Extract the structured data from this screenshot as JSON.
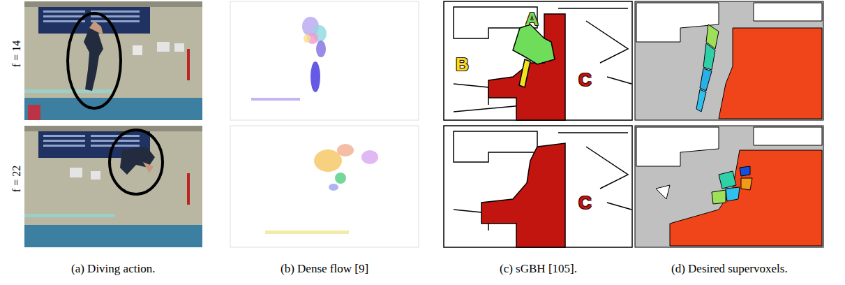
{
  "diagram": {
    "labels": [
      "f = 14",
      "f = 22",
      "A",
      "B",
      "C",
      "C",
      "(a) Diving action.",
      "(b) Dense flow [9]",
      "(c) sGBH [105].",
      "(d) Desired supervoxels."
    ]
  }
}
